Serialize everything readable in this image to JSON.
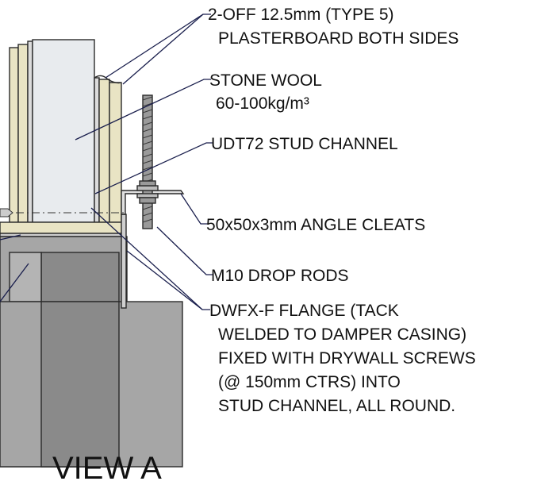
{
  "callouts": {
    "plasterboard": [
      "2-OFF 12.5mm (TYPE 5)",
      "PLASTERBOARD BOTH SIDES"
    ],
    "stone_wool": [
      "STONE WOOL",
      "60-100kg/m³"
    ],
    "stud_channel": [
      "UDT72 STUD CHANNEL"
    ],
    "angle_cleats": [
      "50x50x3mm ANGLE CLEATS"
    ],
    "drop_rods": [
      "M10 DROP RODS"
    ],
    "flange": [
      "DWFX-F FLANGE (TACK",
      "WELDED TO DAMPER CASING)",
      "FIXED WITH DRYWALL SCREWS",
      "(@ 150mm CTRS) INTO",
      "STUD CHANNEL, ALL ROUND."
    ]
  },
  "view_title": "VIEW A",
  "colors": {
    "plasterboard": "#e9e4c4",
    "insulation": "#e8ebee",
    "casing": "#a6a6a6",
    "damper_blade": "#8a8a8a",
    "leader": "#1a1f4d"
  }
}
